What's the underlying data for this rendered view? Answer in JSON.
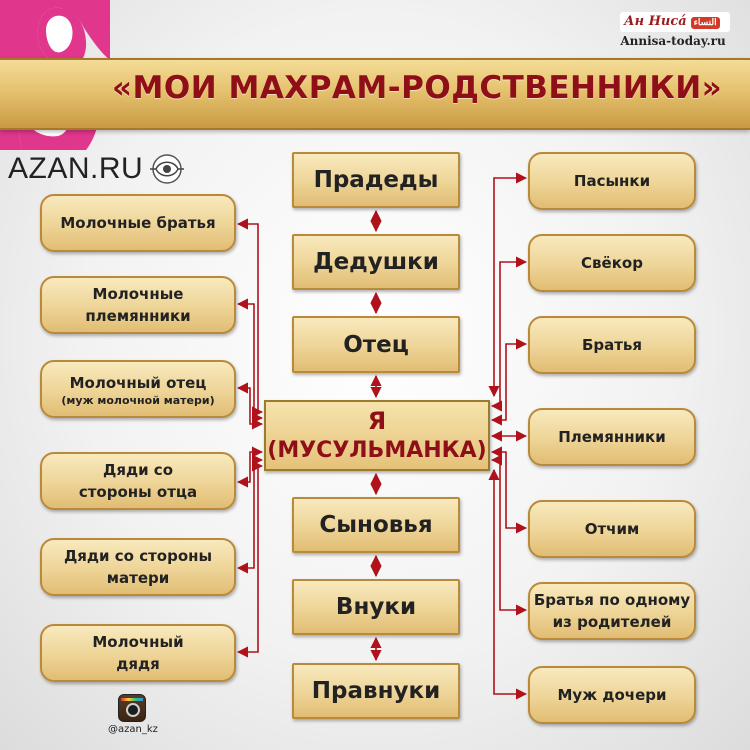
{
  "header": {
    "title": "«МОИ МАХРАМ-РОДСТВЕННИКИ»",
    "azan_logo": "AZAN.RU",
    "annisa_brand": "Ан Нисá",
    "annisa_badge": "النساء",
    "annisa_site": "Annisa-today.ru"
  },
  "center_column": [
    {
      "label": "Прадеды"
    },
    {
      "label": "Дедушки"
    },
    {
      "label": "Отец"
    },
    {
      "label": "Сыновья"
    },
    {
      "label": "Внуки"
    },
    {
      "label": "Правнуки"
    }
  ],
  "me": {
    "line1": "Я",
    "line2": "(МУСУЛЬМАНКА)"
  },
  "left_column": [
    {
      "line1": "Молочные братья",
      "line2": ""
    },
    {
      "line1": "Молочные",
      "line2": "племянники"
    },
    {
      "line1": "Молочный отец",
      "line2": "(муж молочной матери)"
    },
    {
      "line1": "Дяди со",
      "line2": "стороны отца"
    },
    {
      "line1": "Дяди со стороны",
      "line2": "матери"
    },
    {
      "line1": "Молочный",
      "line2": "дядя"
    }
  ],
  "right_column": [
    {
      "line1": "Пасынки",
      "line2": ""
    },
    {
      "line1": "Свёкор",
      "line2": ""
    },
    {
      "line1": "Братья",
      "line2": ""
    },
    {
      "line1": "Племянники",
      "line2": ""
    },
    {
      "line1": "Отчим",
      "line2": ""
    },
    {
      "line1": "Братья по одному",
      "line2": "из родителей"
    },
    {
      "line1": "Муж дочери",
      "line2": ""
    }
  ],
  "footer": {
    "instagram_handle": "@azan_kz"
  },
  "colors": {
    "title": "#8e0f17",
    "arrows": "#b0121c",
    "box_gold": "#efd69a",
    "figure_pink": "#e0368c"
  }
}
